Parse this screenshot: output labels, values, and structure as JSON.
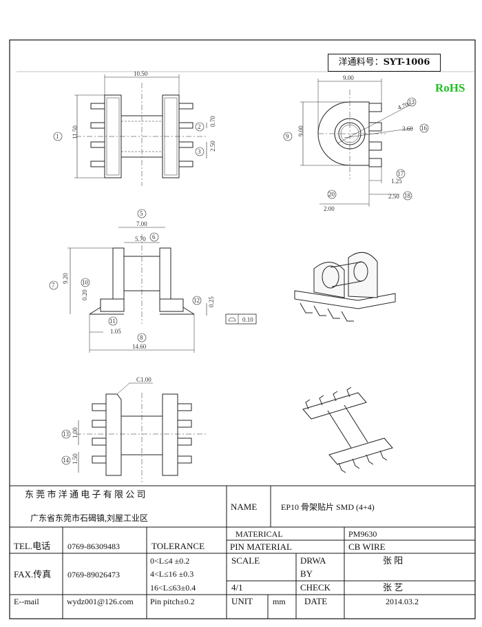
{
  "header": {
    "part_label": "洋通料号：",
    "part_number": "SYT-1006",
    "rohs": "RoHS"
  },
  "drawing": {
    "front_view": {
      "width": "10.50",
      "height": "11.50",
      "pitch": "0.70",
      "pad": "2.50",
      "balloons": [
        "1",
        "2",
        "3"
      ]
    },
    "end_view": {
      "width": "9.00",
      "height": "9.00",
      "r_outer": "4.70",
      "d_inner": "3.60",
      "pin_w": "1.25",
      "pin_gap": "2.50",
      "offset": "2.00",
      "balloons": [
        "9",
        "13",
        "16",
        "17",
        "18",
        "20"
      ]
    },
    "side_view": {
      "flange": "7.00",
      "core": "5.70",
      "height": "9.20",
      "pin_h": "0.20",
      "pin_t": "0.25",
      "foot": "1.05",
      "overall": "14.60",
      "flatness": "0.10",
      "balloons": [
        "5",
        "6",
        "7",
        "8",
        "10",
        "11",
        "12"
      ]
    },
    "bottom_view": {
      "chamfer": "C1.00",
      "pad_w": "1.00",
      "pitch": "1.50",
      "balloons": [
        "13",
        "14"
      ]
    }
  },
  "title_block": {
    "company": "东 莞 市 洋 通 电 子 有 限 公 司",
    "address": "广东省东莞市石碣镇,刘屋工业区",
    "name_label": "NAME",
    "name_value": "EP10 骨架贴片 SMD (4+4)",
    "material_label": "MATERICAL",
    "material_value": "PM9630",
    "pin_material_label": "PIN MATERIAL",
    "pin_material_value": "CB WIRE",
    "tel_label": "TEL.电话",
    "tel_value": "0769-86309483",
    "fax_label": "FAX.传真",
    "fax_value": "0769-89026473",
    "email_label": "E--mail",
    "email_value": "wydz001@126.com",
    "tolerance_label": "TOLERANCE",
    "tolerances": [
      "0<L≤4   ±0.2",
      "4<L≤16  ±0.3",
      "16<L≤63±0.4",
      "Pin pitch±0.2"
    ],
    "scale_label": "SCALE",
    "scale_value": "4/1",
    "drawn_label_1": "DRWA",
    "drawn_label_2": "BY",
    "drawn_value": "张 阳",
    "check_label": "CHECK",
    "check_value": "张 艺",
    "unit_label": "UNIT",
    "unit_value": "mm",
    "date_label": "DATE",
    "date_value": "2014.03.2"
  }
}
